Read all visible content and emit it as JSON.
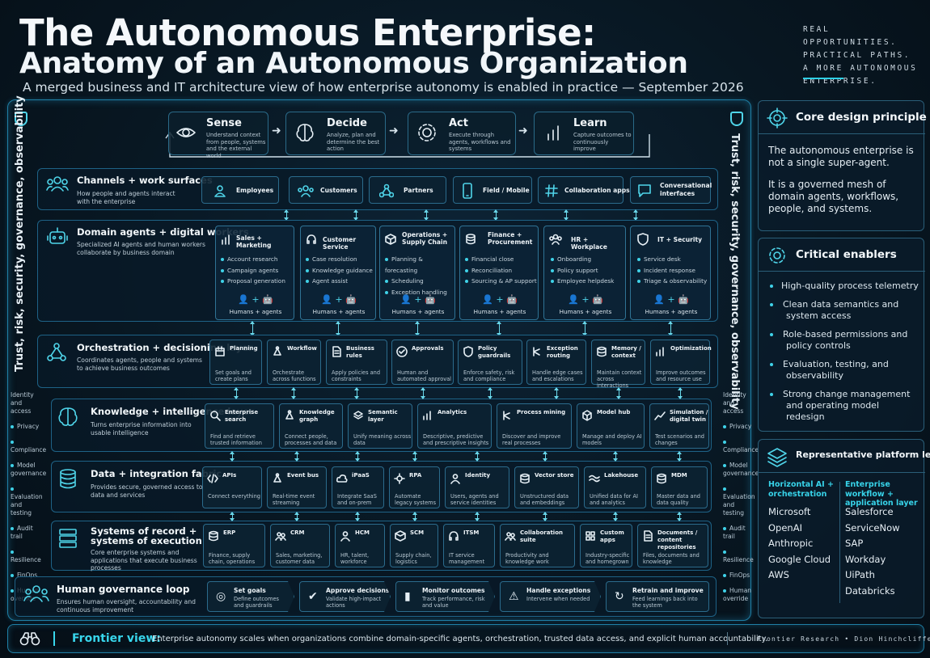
{
  "header": {
    "title_line1": "The Autonomous Enterprise:",
    "title_line2": "Anatomy of an Autonomous Organization",
    "subtitle": "A merged business and IT architecture view of how enterprise autonomy is enabled in practice — September 2026",
    "tagline": [
      "REAL OPPORTUNITIES.",
      "PRACTICAL PATHS.",
      "A MORE AUTONOMOUS",
      "ENTERPRISE."
    ]
  },
  "frame": {
    "left_vertical": "Trust, risk, security, governance, observability",
    "right_vertical": "Trust, risk, security, governance, observability"
  },
  "left_side_list": [
    "Identity and access",
    "Privacy",
    "Compliance",
    "Model governance",
    "Evaluation and testing",
    "Audit trail",
    "Resilience",
    "FinOps",
    "Human override"
  ],
  "loop": [
    {
      "title": "Sense",
      "desc": "Understand context from people, systems and the external world",
      "icon": "eye-icon"
    },
    {
      "title": "Decide",
      "desc": "Analyze, plan and determine the best action",
      "icon": "brain-icon"
    },
    {
      "title": "Act",
      "desc": "Execute through agents, workflows and systems",
      "icon": "gear-icon"
    },
    {
      "title": "Learn",
      "desc": "Capture outcomes to continuously improve",
      "icon": "bar-chart-icon"
    }
  ],
  "channels": {
    "title": "Channels + work surfaces",
    "desc": "How people and agents interact with the enterprise",
    "items": [
      "Employees",
      "Customers",
      "Partners",
      "Field / Mobile",
      "Collaboration apps",
      "Conversational interfaces"
    ]
  },
  "domain": {
    "title": "Domain agents + digital workers",
    "desc": "Specialized AI agents and human workers collaborate by business domain",
    "footer": "Humans + agents",
    "cards": [
      {
        "title": "Sales + Marketing",
        "items": [
          "Account research",
          "Campaign agents",
          "Proposal generation"
        ]
      },
      {
        "title": "Customer Service",
        "items": [
          "Case resolution",
          "Knowledge guidance",
          "Agent assist"
        ]
      },
      {
        "title": "Operations + Supply Chain",
        "items": [
          "Planning & forecasting",
          "Scheduling",
          "Exception handling"
        ]
      },
      {
        "title": "Finance + Procurement",
        "items": [
          "Financial close",
          "Reconciliation",
          "Sourcing & AP support"
        ]
      },
      {
        "title": "HR + Workplace",
        "items": [
          "Onboarding",
          "Policy support",
          "Employee helpdesk"
        ]
      },
      {
        "title": "IT + Security",
        "items": [
          "Service desk",
          "Incident response",
          "Triage & observability"
        ]
      }
    ]
  },
  "orchestration": {
    "title": "Orchestration + decisioning layer",
    "desc": "Coordinates agents, people and systems to achieve business outcomes",
    "items": [
      {
        "label": "Planning",
        "desc": "Set goals and create plans"
      },
      {
        "label": "Workflow",
        "desc": "Orchestrate across functions"
      },
      {
        "label": "Business rules",
        "desc": "Apply policies and constraints"
      },
      {
        "label": "Approvals",
        "desc": "Human and automated approval"
      },
      {
        "label": "Policy guardrails",
        "desc": "Enforce safety, risk and compliance"
      },
      {
        "label": "Exception routing",
        "desc": "Handle edge cases and escalations"
      },
      {
        "label": "Memory / context",
        "desc": "Maintain context across interactions"
      },
      {
        "label": "Optimization",
        "desc": "Improve outcomes and resource use"
      }
    ]
  },
  "knowledge": {
    "title": "Knowledge + intelligence layer",
    "desc": "Turns enterprise information into usable intelligence",
    "items": [
      {
        "label": "Enterprise search",
        "desc": "Find and retrieve trusted information"
      },
      {
        "label": "Knowledge graph",
        "desc": "Connect people, processes and data"
      },
      {
        "label": "Semantic layer",
        "desc": "Unify meaning across data"
      },
      {
        "label": "Analytics",
        "desc": "Descriptive, predictive and prescriptive insights"
      },
      {
        "label": "Process mining",
        "desc": "Discover and improve real processes"
      },
      {
        "label": "Model hub",
        "desc": "Manage and deploy AI models"
      },
      {
        "label": "Simulation / digital twin",
        "desc": "Test scenarios and changes"
      }
    ]
  },
  "data": {
    "title": "Data + integration fabric",
    "desc": "Provides secure, governed access to data and services",
    "items": [
      {
        "label": "APIs",
        "desc": "Connect everything"
      },
      {
        "label": "Event bus",
        "desc": "Real-time event streaming"
      },
      {
        "label": "iPaaS",
        "desc": "Integrate SaaS and on-prem"
      },
      {
        "label": "RPA",
        "desc": "Automate legacy systems"
      },
      {
        "label": "Identity",
        "desc": "Users, agents and service identities"
      },
      {
        "label": "Vector store",
        "desc": "Unstructured data and embeddings"
      },
      {
        "label": "Lakehouse",
        "desc": "Unified data for AI and analytics"
      },
      {
        "label": "MDM",
        "desc": "Master data and data quality"
      }
    ]
  },
  "records": {
    "title": "Systems of record + systems of execution",
    "desc": "Core enterprise systems and applications that execute business processes",
    "items": [
      {
        "label": "ERP",
        "desc": "Finance, supply chain, operations"
      },
      {
        "label": "CRM",
        "desc": "Sales, marketing, customer data"
      },
      {
        "label": "HCM",
        "desc": "HR, talent, workforce"
      },
      {
        "label": "SCM",
        "desc": "Supply chain, logistics"
      },
      {
        "label": "ITSM",
        "desc": "IT service management"
      },
      {
        "label": "Collaboration suite",
        "desc": "Productivity and knowledge work"
      },
      {
        "label": "Custom apps",
        "desc": "Industry-specific and homegrown"
      },
      {
        "label": "Documents / content repositories",
        "desc": "Files, documents and knowledge"
      }
    ]
  },
  "governance": {
    "title": "Human governance loop",
    "desc": "Ensures human oversight, accountability and continuous improvement",
    "steps": [
      {
        "label": "Set goals",
        "desc": "Define outcomes and guardrails"
      },
      {
        "label": "Approve decisions",
        "desc": "Validate high-impact actions"
      },
      {
        "label": "Monitor outcomes",
        "desc": "Track performance, risk and value"
      },
      {
        "label": "Handle exceptions",
        "desc": "Intervene when needed"
      },
      {
        "label": "Retrain and improve",
        "desc": "Feed learnings back into the system"
      }
    ]
  },
  "core_principle": {
    "title": "Core design principle",
    "para1": "The autonomous enterprise is not a single super-agent.",
    "para2": "It is a governed mesh of domain agents, workflows, people, and systems."
  },
  "enablers": {
    "title": "Critical enablers",
    "items": [
      "High-quality process telemetry",
      "Clean data semantics and system access",
      "Role-based permissions and policy controls",
      "Evaluation, testing, and observability",
      "Strong change management and operating model redesign"
    ]
  },
  "platforms": {
    "title": "Representative platform leaders",
    "col1_head": "Horizontal AI + orchestration",
    "col2_head": "Enterprise workflow + application layer",
    "col1": [
      "Microsoft",
      "OpenAI",
      "Anthropic",
      "Google Cloud",
      "AWS"
    ],
    "col2": [
      "Salesforce",
      "ServiceNow",
      "SAP",
      "Workday",
      "UiPath",
      "Databricks"
    ]
  },
  "footer": {
    "label": "Frontier view:",
    "text": "Enterprise autonomy scales when organizations combine domain-specific agents, orchestration, trusted data access, and explicit human accountability.",
    "credit1": "Frontier Research",
    "credit_sep": "•",
    "credit2": "Dion Hinchcliffe"
  },
  "colors": {
    "accent": "#38d6ec",
    "frame": "#1f7fa6",
    "background": "#081722"
  }
}
